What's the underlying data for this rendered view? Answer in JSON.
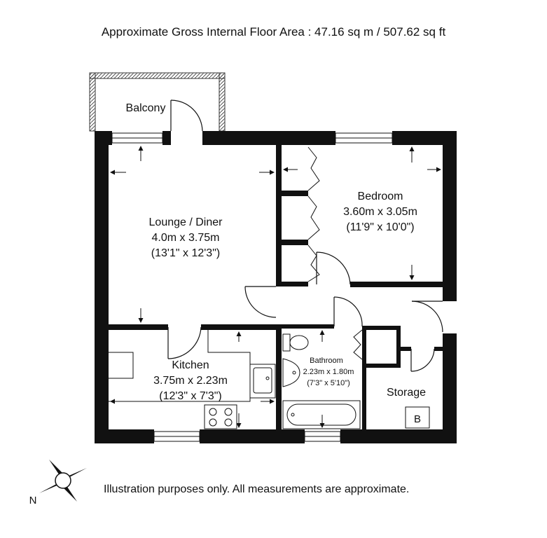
{
  "header": {
    "floor_area": "Approximate Gross Internal Floor Area : 47.16 sq m / 507.62 sq ft"
  },
  "rooms": {
    "balcony": {
      "name": "Balcony"
    },
    "lounge": {
      "name": "Lounge / Diner",
      "metric": "4.0m x 3.75m",
      "imperial": "(13'1\" x 12'3\")"
    },
    "bedroom": {
      "name": "Bedroom",
      "metric": "3.60m x 3.05m",
      "imperial": "(11'9\" x 10'0\")"
    },
    "kitchen": {
      "name": "Kitchen",
      "metric": "3.75m x 2.23m",
      "imperial": "(12'3\" x 7'3\")"
    },
    "bathroom": {
      "name": "Bathroom",
      "metric": "2.23m x 1.80m",
      "imperial": "(7'3\" x 5'10\")"
    },
    "storage": {
      "name": "Storage"
    }
  },
  "boiler": {
    "label": "B"
  },
  "compass": {
    "north_label": "N"
  },
  "footer": {
    "disclaimer": "Illustration purposes only. All measurements are approximate."
  }
}
